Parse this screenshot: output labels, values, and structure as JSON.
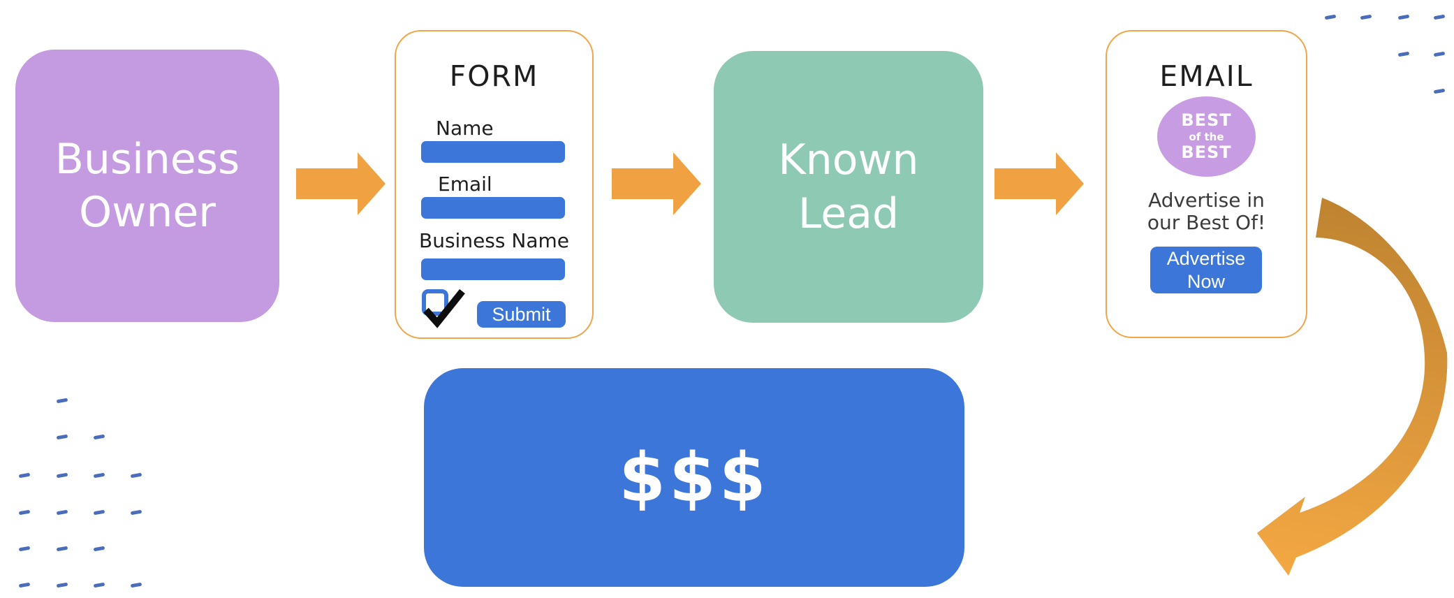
{
  "colors": {
    "purple": "#c49ae0",
    "badge_purple": "#c79ce2",
    "green": "#8ec9b4",
    "blue": "#3b76d8",
    "orange": "#f0a242",
    "card_border": "#f0a54b",
    "dash_blue": "#4a6dbb",
    "curved_arrow_dark": "#bd8230",
    "curved_arrow_light": "#f4a843",
    "text_dark": "#1e1e1e"
  },
  "nodes": {
    "business_owner": {
      "line1": "Business",
      "line2": "Owner"
    },
    "known_lead": {
      "line1": "Known",
      "line2": "Lead"
    },
    "money": {
      "label": "$$$"
    }
  },
  "form_card": {
    "title": "FORM",
    "fields": [
      {
        "label": "Name",
        "value": ""
      },
      {
        "label": "Email",
        "value": ""
      },
      {
        "label": "Business Name",
        "value": ""
      }
    ],
    "checkbox_checked": true,
    "submit_label": "Submit"
  },
  "email_card": {
    "title": "EMAIL",
    "badge": {
      "line1": "BEST",
      "line2": "of the",
      "line3": "BEST"
    },
    "promo_line1": "Advertise in",
    "promo_line2": "our Best Of!",
    "button_line1": "Advertise",
    "button_line2": "Now"
  }
}
